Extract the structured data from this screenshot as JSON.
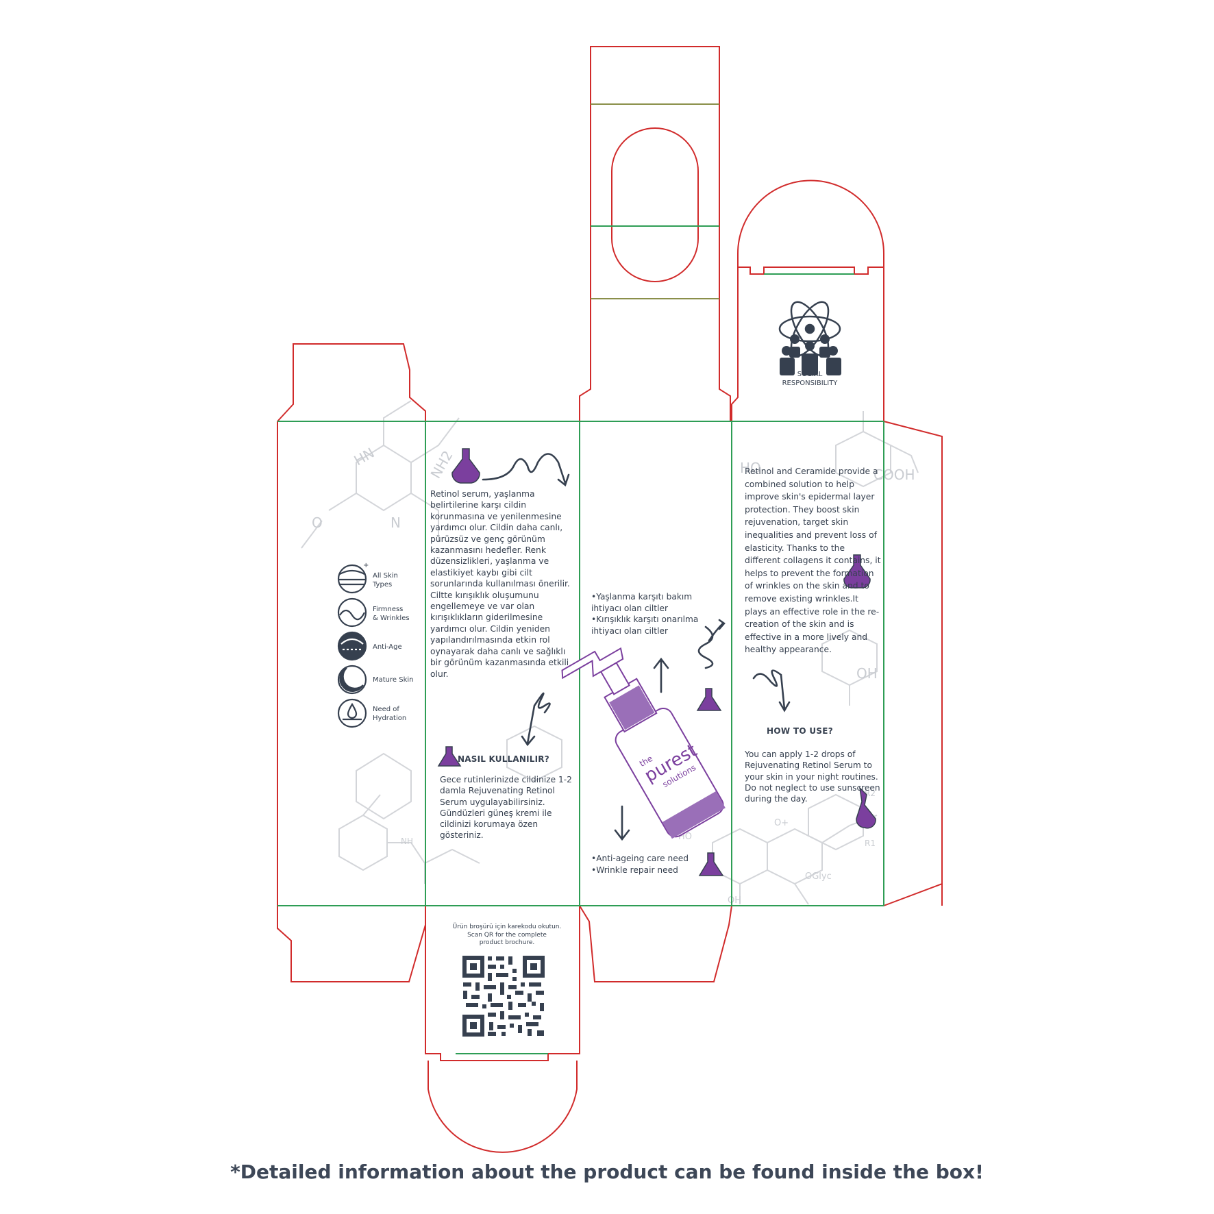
{
  "colors": {
    "cut_line": "#d12b2b",
    "fold_line": "#2e9d55",
    "fold_line_muted": "#8a8f4a",
    "text": "#36404f",
    "accent_purple": "#7b3f9e",
    "watermark": "#c9ccd1"
  },
  "left_panel": {
    "skin_types": [
      {
        "icon": "skin-layers-icon",
        "label": "All Skin\nTypes"
      },
      {
        "icon": "wave-firmness-icon",
        "label": "Firmness\n& Wrinkles"
      },
      {
        "icon": "anti-age-icon",
        "label": "Anti-Age"
      },
      {
        "icon": "crescent-icon",
        "label": "Mature Skin"
      },
      {
        "icon": "water-drop-icon",
        "label": "Need of\nHydration"
      }
    ]
  },
  "turkish_panel": {
    "description": "Retinol serum, yaşlanma belirtilerine karşı cildin korunmasına ve yenilenmesine yardımcı olur. Cildin daha canlı, pürüzsüz ve genç görünüm kazanmasını hedefler. Renk düzensizlikleri, yaşlanma ve elastikiyet kaybı gibi cilt sorunlarında kullanılması önerilir. Ciltte kırışıklık oluşumunu engellemeye ve var olan kırışıklıkların giderilmesine yardımcı olur. Cildin yeniden yapılandırılmasında etkin rol oynayarak daha canlı ve sağlıklı bir görünüm kazanmasında etkili olur.",
    "how_to_use_title": "NASIL KULLANILIR?",
    "how_to_use_text": "Gece rutinlerinizde cildinize 1-2 damla Rejuvenating Retinol Serum uygulayabilirsiniz. Gündüzleri güneş kremi ile cildinizi korumaya özen gösteriniz."
  },
  "center_panel": {
    "needs_tr": [
      "•Yaşlanma karşıtı bakım ihtiyacı olan ciltler",
      "•Kırışıklık karşıtı onarılma ihtiyacı olan ciltler"
    ],
    "needs_en": [
      "•Anti-ageing care need",
      "•Wrinkle repair need"
    ],
    "bottle_brand": {
      "line1": "the",
      "line2": "purest",
      "line3": "solutions"
    }
  },
  "english_panel": {
    "description": "Retinol and Ceramide provide a combined solution to help improve skin's epidermal layer protection. They boost skin rejuvenation, target skin inequalities and prevent loss of elasticity. Thanks to the different collagens it contains, it helps to prevent the formation of wrinkles on the skin and to remove existing wrinkles.It plays an effective role in the re-creation of the skin and is effective in a more lively and healthy appearance.",
    "how_to_use_title": "HOW TO USE?",
    "how_to_use_text": "You can apply 1-2 drops of Rejuvenating Retinol Serum to your skin in your night routines. Do not neglect to use sunscreen during the day."
  },
  "top_flap": {
    "social_label": "SOCIAL\nRESPONSIBILITY",
    "icon": "social-responsibility-atom-people-icon"
  },
  "bottom_flap": {
    "qr_caption_tr": "Ürün broşürü için karekodu okutun.",
    "qr_caption_en": "Scan QR for the complete\nproduct brochure.",
    "icon": "qr-code-icon"
  },
  "chem_labels": [
    "O",
    "HN",
    "O",
    "N",
    "NH2",
    "N",
    "HO",
    "COOH",
    "OH",
    "HO",
    "O+",
    "OGlyc",
    "OH",
    "R1",
    "R2",
    "NH",
    "O"
  ],
  "footer": "*Detailed information about the product can be found inside the box!"
}
